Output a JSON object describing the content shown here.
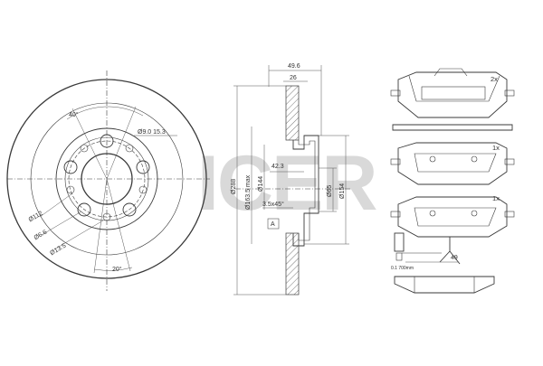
{
  "brand": {
    "watermark": "ICER",
    "watermark_color": "#d9d9d9"
  },
  "disc_front": {
    "angle_top": "40°",
    "hole_spec": "Ø9.0  15.3",
    "pcd": "Ø112",
    "small_hole": "Ø6.6",
    "bolt_hole": "Ø13.5",
    "angle_bottom": "20°"
  },
  "disc_section": {
    "overall_thickness": "49.6",
    "disc_thickness": "26",
    "diameter": "Ø288",
    "hat_height": "42.3",
    "effective_diameter": "Ø163.5 max",
    "hub_bore": "Ø144",
    "center_bore": "Ø65",
    "hub_diameter": "Ø154",
    "chamfer": "3.5x45°",
    "marker": "A"
  },
  "pads": [
    {
      "qty": "2x"
    },
    {
      "qty": "1x"
    },
    {
      "qty": "1x"
    }
  ],
  "sensor": {
    "length": "49",
    "code": "0.1 700mm"
  }
}
